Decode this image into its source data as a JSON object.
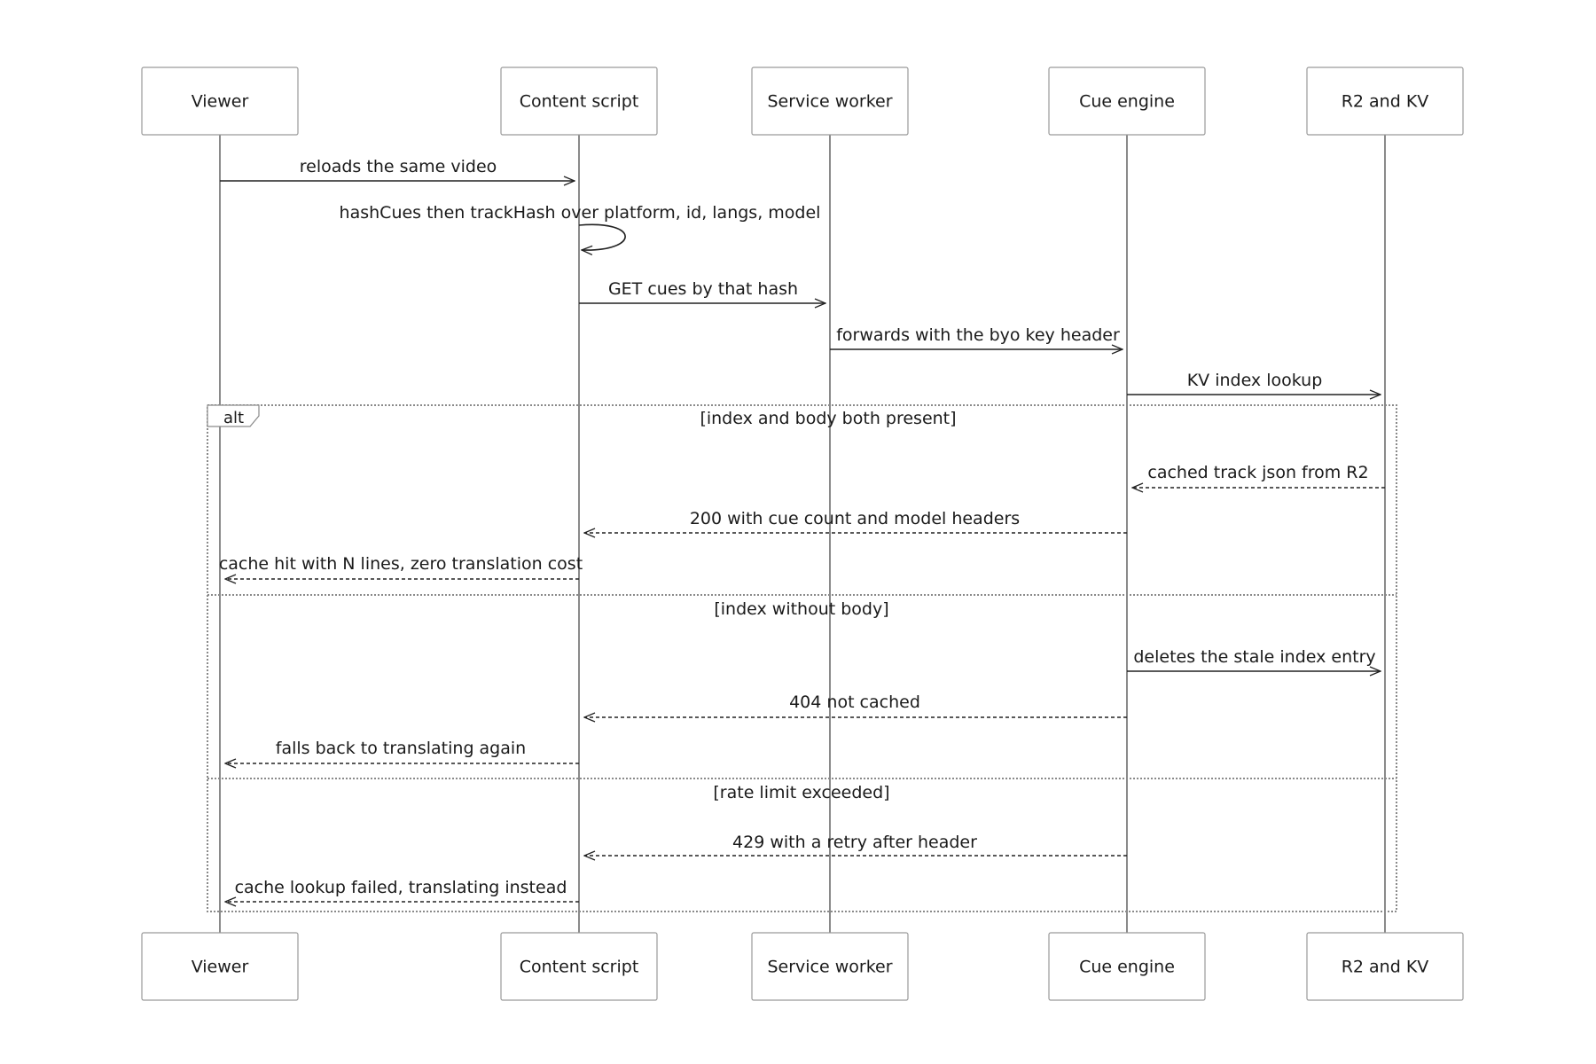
{
  "participants": [
    "Viewer",
    "Content script",
    "Service worker",
    "Cue engine",
    "R2 and KV"
  ],
  "messages": [
    {
      "from": 0,
      "to": 1,
      "label": "reloads the same video",
      "style": "solid"
    },
    {
      "from": 1,
      "to": 1,
      "label": "hashCues then trackHash over platform, id, langs, model",
      "style": "self"
    },
    {
      "from": 1,
      "to": 2,
      "label": "GET cues by that hash",
      "style": "solid"
    },
    {
      "from": 2,
      "to": 3,
      "label": "forwards with the byo key header",
      "style": "solid"
    },
    {
      "from": 3,
      "to": 4,
      "label": "KV index lookup",
      "style": "solid"
    }
  ],
  "alt": {
    "label": "alt",
    "sections": [
      {
        "guard": "[index and body both present]",
        "messages": [
          {
            "from": 4,
            "to": 3,
            "label": "cached track json from R2",
            "style": "dashed"
          },
          {
            "from": 3,
            "to": 1,
            "label": "200 with cue count and model headers",
            "style": "dashed"
          },
          {
            "from": 1,
            "to": 0,
            "label": "cache hit with N lines, zero translation cost",
            "style": "dashed"
          }
        ]
      },
      {
        "guard": "[index without body]",
        "messages": [
          {
            "from": 3,
            "to": 4,
            "label": "deletes the stale index entry",
            "style": "solid"
          },
          {
            "from": 3,
            "to": 1,
            "label": "404 not cached",
            "style": "dashed"
          },
          {
            "from": 1,
            "to": 0,
            "label": "falls back to translating again",
            "style": "dashed"
          }
        ]
      },
      {
        "guard": "[rate limit exceeded]",
        "messages": [
          {
            "from": 3,
            "to": 1,
            "label": "429 with a retry after header",
            "style": "dashed"
          },
          {
            "from": 1,
            "to": 0,
            "label": "cache lookup failed, translating instead",
            "style": "dashed"
          }
        ]
      }
    ]
  }
}
